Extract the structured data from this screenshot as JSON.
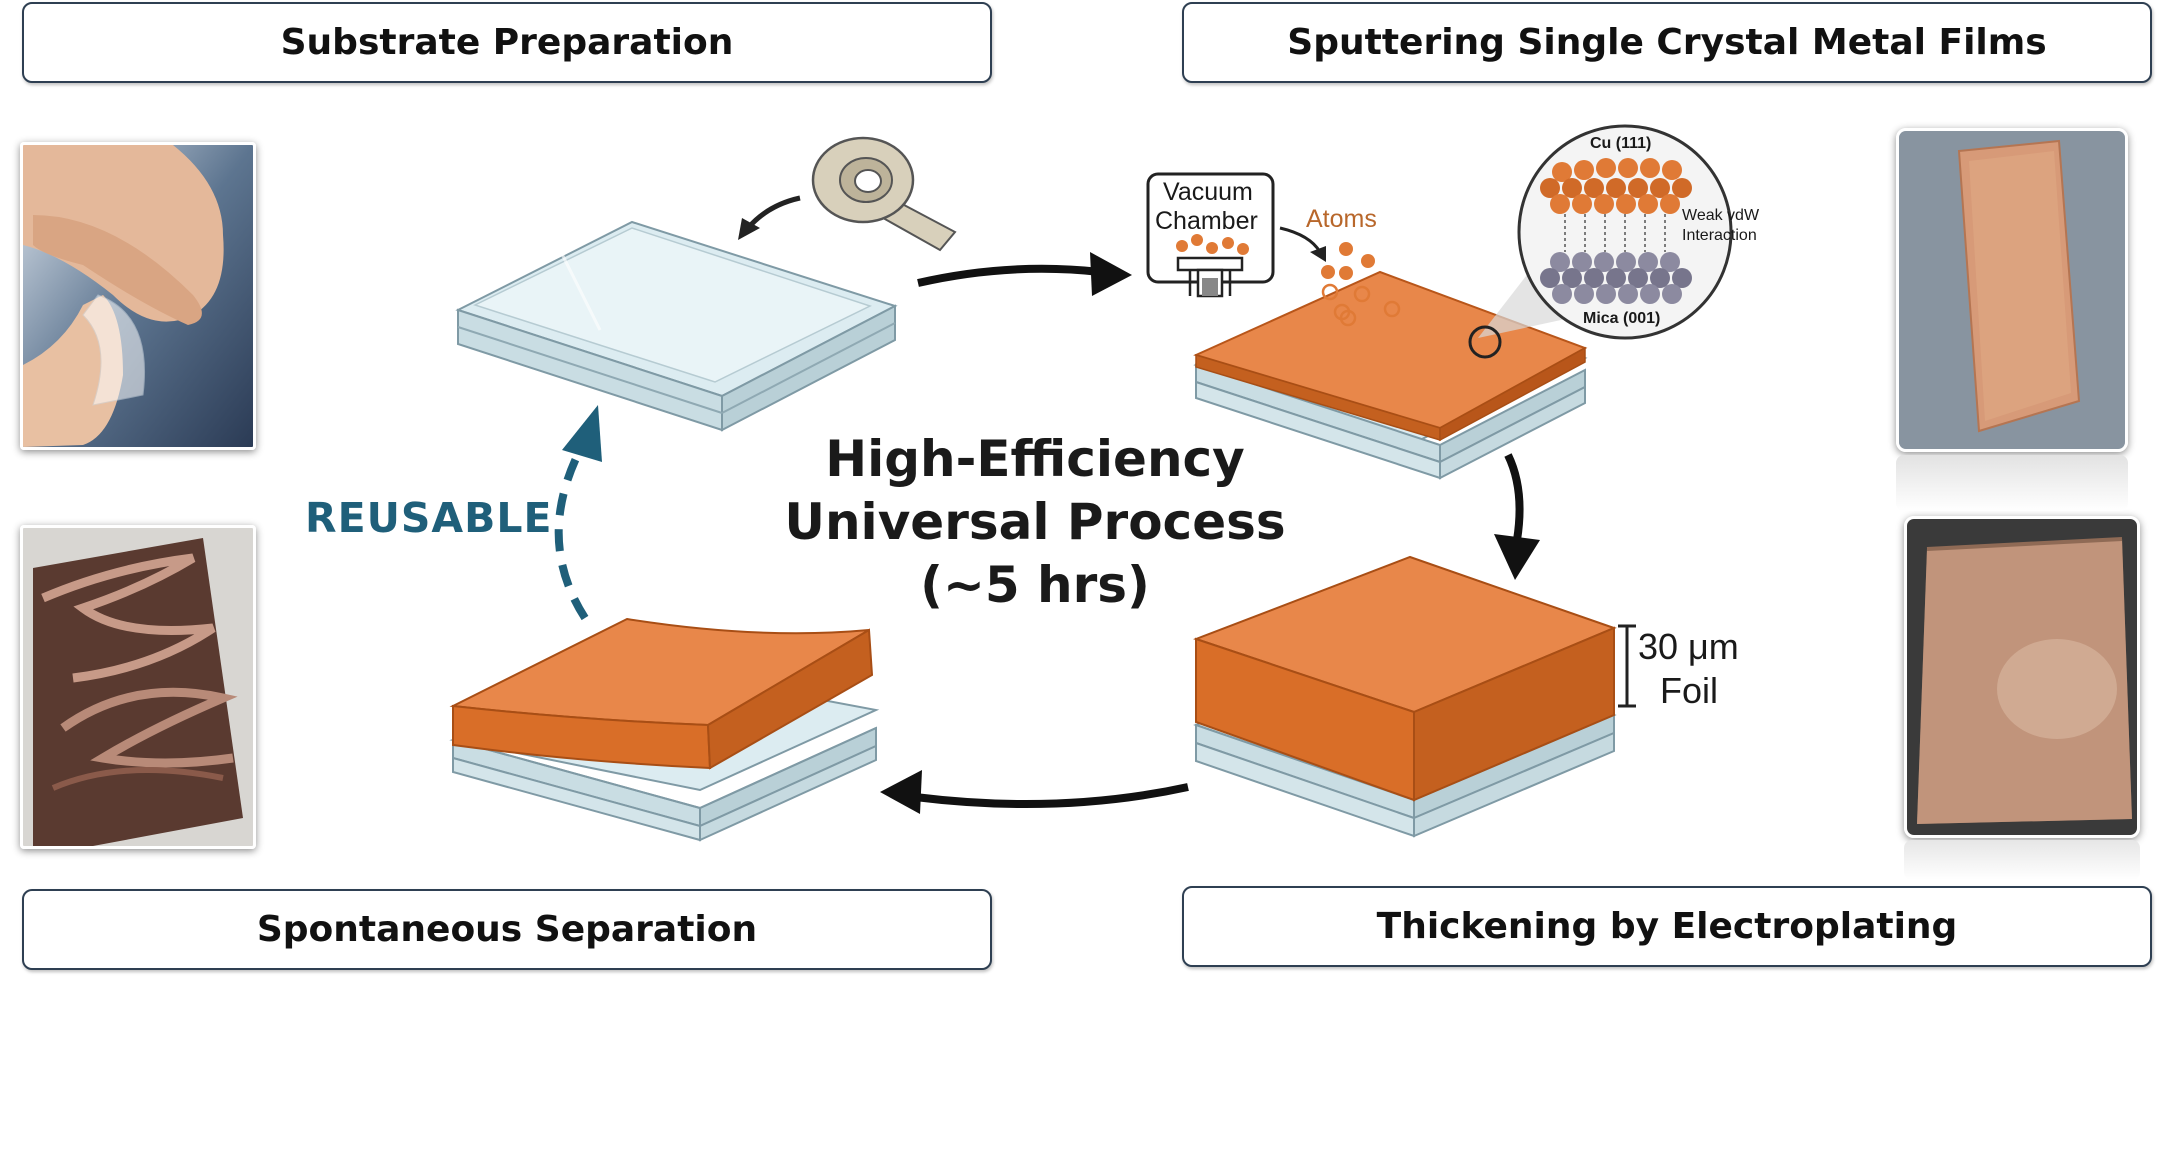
{
  "steps": {
    "substrate": "Substrate Preparation",
    "sputtering": "Sputtering Single Crystal Metal Films",
    "separation": "Spontaneous Separation",
    "electroplating": "Thickening by Electroplating"
  },
  "center": {
    "line1": "High-Efficiency",
    "line2": "Universal Process",
    "line3": "(~5 hrs)"
  },
  "cycle_label": "REUSABLE",
  "sputter_labels": {
    "chamber_line1": "Vacuum",
    "chamber_line2": "Chamber",
    "atoms": "Atoms",
    "top_layer": "Cu (111)",
    "bottom_layer": "Mica (001)",
    "interaction_line1": "Weak vdW",
    "interaction_line2": "Interaction"
  },
  "foil": {
    "thickness": "30 μm",
    "label": "Foil"
  },
  "colors": {
    "copper": "#e07a36",
    "copper_dark": "#c4601f",
    "copper_top": "#e8874a",
    "glass": "#dfeff3",
    "glass_edge": "#8fa9b3",
    "reusable": "#1f5f7a",
    "box_border": "#2e3f52",
    "atoms": "#e07a36",
    "mica_atoms": "#8c8aa0"
  },
  "icons": {
    "tape": "tape-roll-icon",
    "chamber": "vacuum-chamber-icon",
    "zoom": "magnifier-bubble-icon"
  }
}
